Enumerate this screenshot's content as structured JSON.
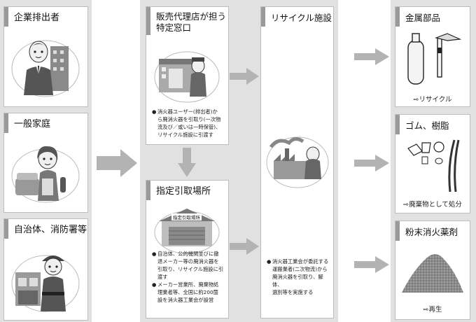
{
  "sources": [
    {
      "title": "企業排出者",
      "icon": "businessman-icon"
    },
    {
      "title": "一般家庭",
      "icon": "housewife-icon"
    },
    {
      "title": "自治体、消防署等",
      "icon": "firefighter-icon"
    }
  ],
  "dealer": {
    "title_line1": "販売代理店が担う",
    "title_line2": "特定窓口",
    "icon": "shop-clerk-icon",
    "bullet": "●",
    "lines": [
      "消火器ユーザー(排出者)か",
      "ら廃消火器を引取り(一次物",
      "流及び／或いは一時保管)、",
      "リサイクル施設に引渡す"
    ]
  },
  "collection": {
    "title": "指定引取場所",
    "sign": "指定引取場所",
    "icon": "warehouse-icon",
    "bullet": "●",
    "items": [
      [
        "自治体、公的機関並びに撤",
        "退メーカー等の廃消火器を",
        "引取り、リサイクル施設に引",
        "渡す"
      ],
      [
        "メーカー営業所、廃棄物処",
        "理業者等、全国に約200箇",
        "設を消火器工業会が設営"
      ]
    ]
  },
  "recycle": {
    "title": "リサイクル施設",
    "icon": "recycling-factory-icon",
    "bullet": "●",
    "lines": [
      "消火器工業会が委託する",
      "運搬業者(二次物流)から",
      "廃消火器を引取り、解体、",
      "選別等を実施する"
    ]
  },
  "outputs": [
    {
      "title": "金属部品",
      "caption": "⇨リサイクル",
      "icon": "metal-parts-icon"
    },
    {
      "title": "ゴム、樹脂",
      "caption": "⇨廃棄物として処分",
      "icon": "rubber-parts-icon"
    },
    {
      "title": "粉末消火薬剤",
      "caption": "⇨再生",
      "icon": "powder-pile-icon"
    }
  ]
}
